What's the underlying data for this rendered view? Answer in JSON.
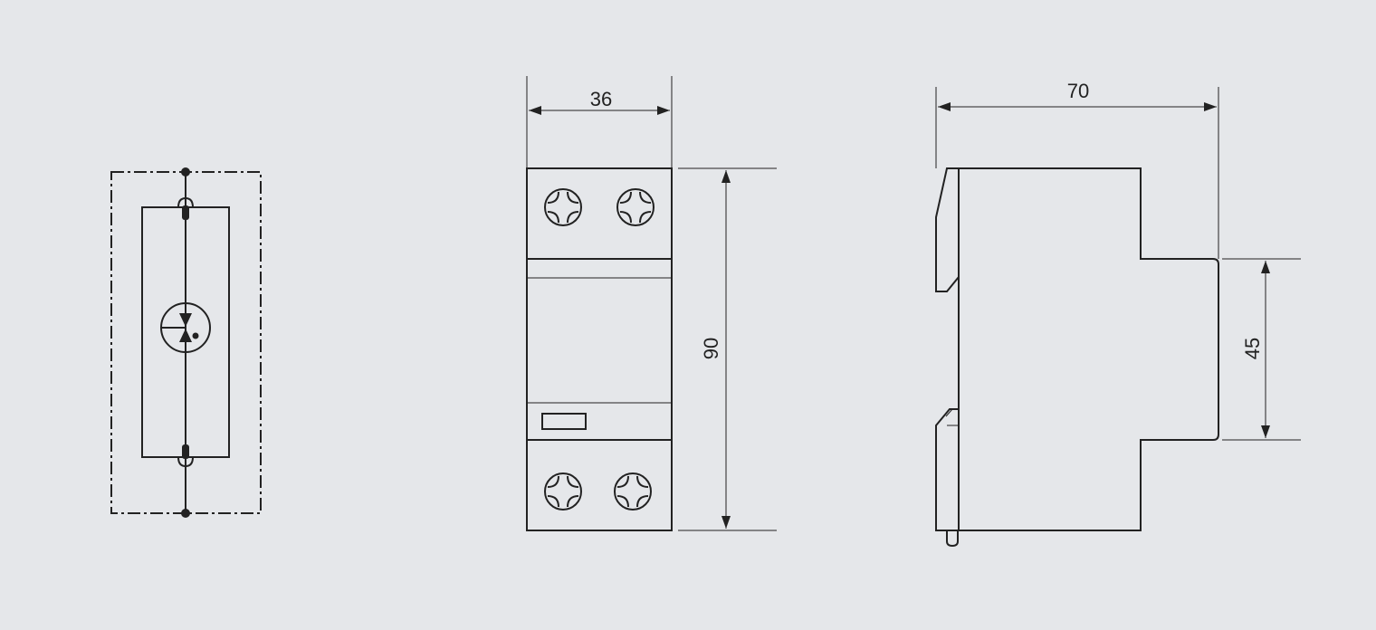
{
  "colors": {
    "background": "#e5e7ea",
    "line": "#222222"
  },
  "dimensions": {
    "front_width": "36",
    "front_height": "90",
    "side_depth": "70",
    "side_step_height": "45"
  },
  "icons": {
    "schematic_symbol": "surge-arrester-icon",
    "terminal_screw": "screw-head-icon"
  }
}
